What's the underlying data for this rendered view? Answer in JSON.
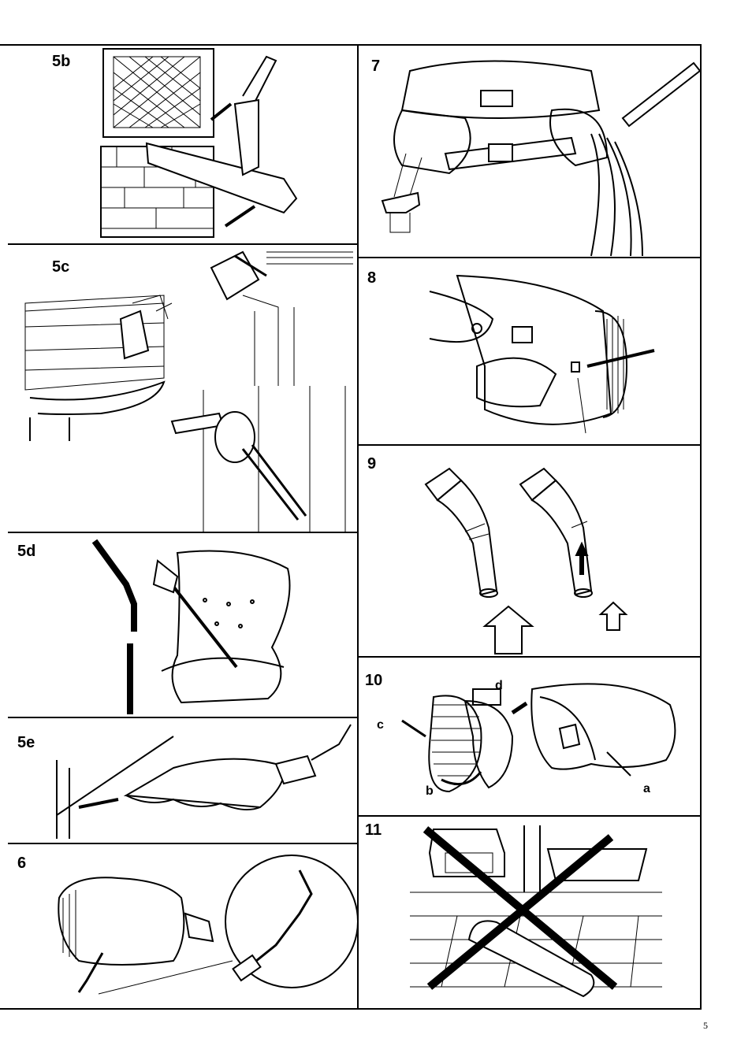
{
  "panels": {
    "p5b": "5b",
    "p5c": "5c",
    "p5d": "5d",
    "p5e": "5e",
    "p6": "6",
    "p7": "7",
    "p8": "8",
    "p9": "9",
    "p10": "10",
    "p11": "11"
  },
  "callouts": {
    "a": "a",
    "b": "b",
    "c": "c",
    "d": "d"
  },
  "page_number": "5"
}
